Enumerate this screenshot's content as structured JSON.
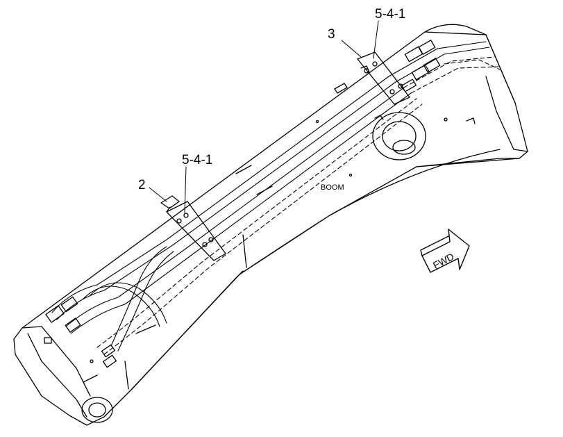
{
  "diagram": {
    "component_label": "BOOM",
    "direction_label": "FWD",
    "callouts": [
      {
        "id": "callout-3",
        "text": "3"
      },
      {
        "id": "callout-5-4-1-top",
        "text": "5-4-1"
      },
      {
        "id": "callout-2",
        "text": "2"
      },
      {
        "id": "callout-5-4-1-lower",
        "text": "5-4-1"
      }
    ]
  }
}
